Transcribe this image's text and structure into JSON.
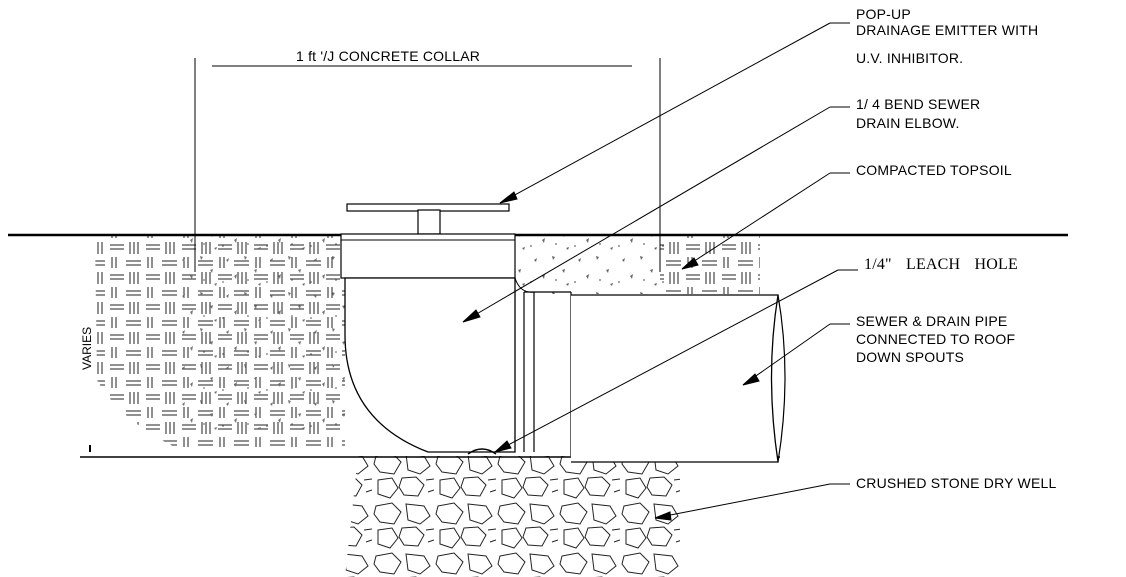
{
  "labels": {
    "collar": "1 ft '/J CONCRETE COLLAR",
    "emitter": [
      "POP-UP",
      "DRAINAGE EMITTER WITH",
      "U.V. INHIBITOR."
    ],
    "elbow": [
      "1/ 4 BEND SEWER",
      "DRAIN ELBOW."
    ],
    "topsoil": "COMPACTED TOPSOIL",
    "leach": "1/4\" LEACH HOLE",
    "pipe": [
      "SEWER & DRAIN PIPE",
      "CONNECTED TO ROOF",
      "DOWN SPOUTS"
    ],
    "drywell": "CRUSHED STONE DRY WELL",
    "varies": "VARIES"
  }
}
